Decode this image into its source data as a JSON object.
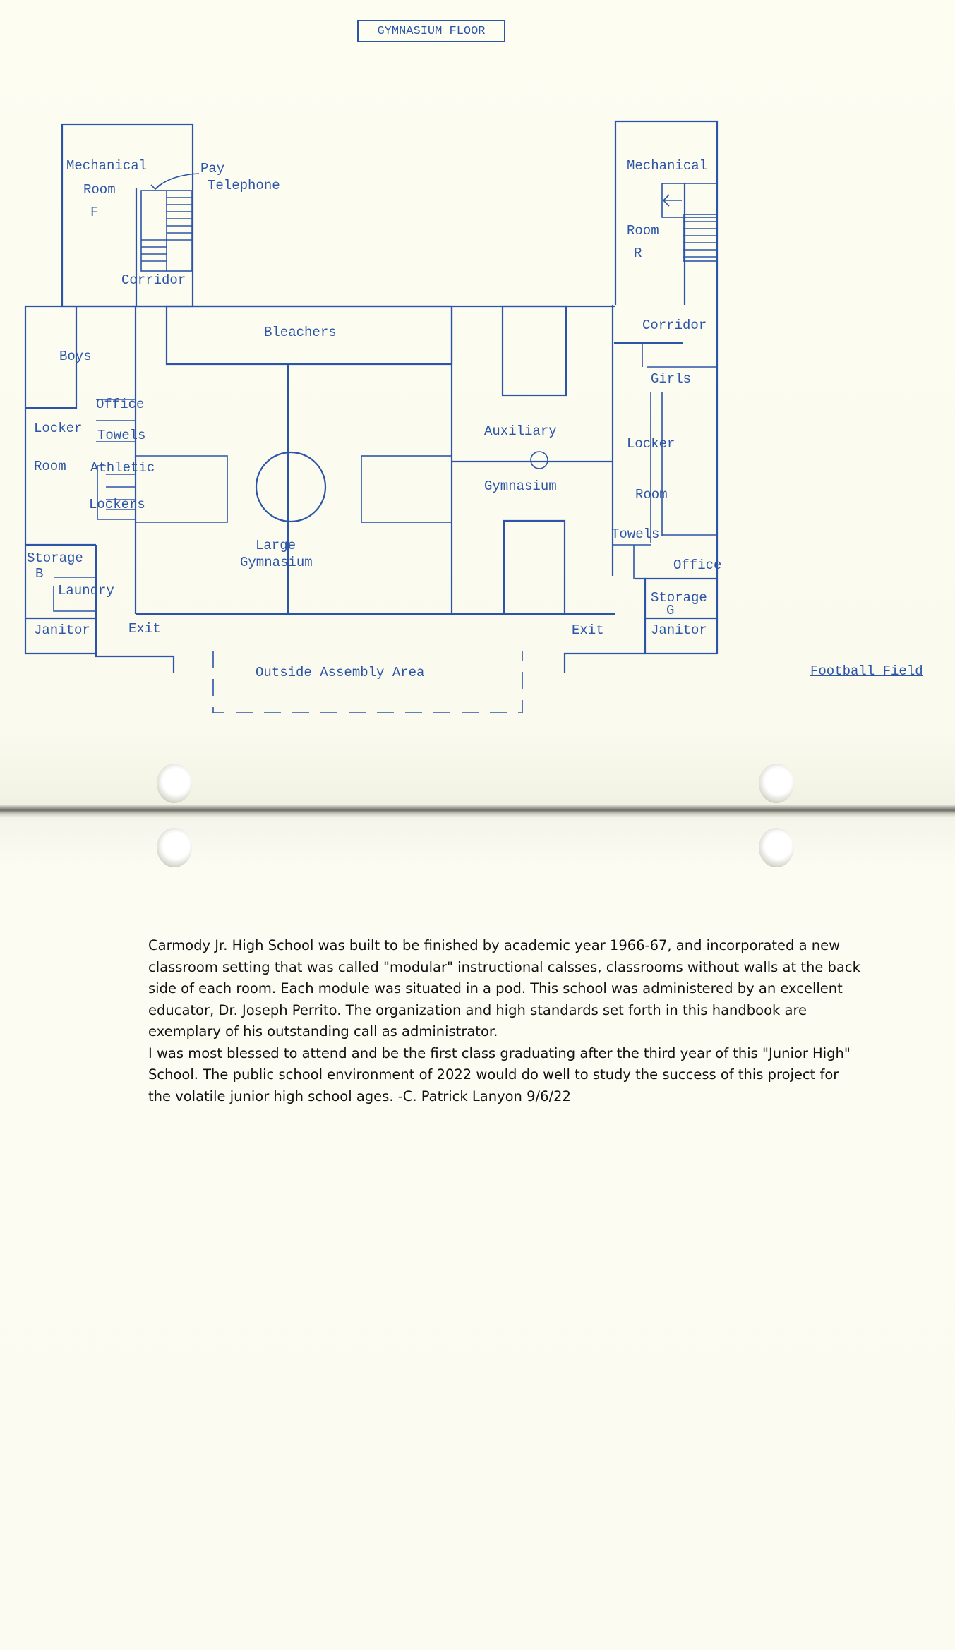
{
  "plan": {
    "title": "GYMNASIUM FLOOR",
    "football_field": "Football Field",
    "labels": {
      "mechanical_left": "Mechanical",
      "room_left": "Room",
      "room_left_letter": "F",
      "pay": "Pay",
      "telephone": "Telephone",
      "corridor_left": "Corridor",
      "mechanical_right": "Mechanical",
      "room_right": "Room",
      "room_right_letter": "R",
      "corridor_right": "Corridor",
      "bleachers": "Bleachers",
      "boys": "Boys",
      "office_left": "Office",
      "towels_left": "Towels",
      "locker_left": "Locker",
      "room_locker_left": "Room",
      "athletic": "Athletic",
      "lockers": "Lockers",
      "storage_b": "Storage",
      "storage_b_letter": "B",
      "laundry": "Laundry",
      "janitor_left": "Janitor",
      "exit_left": "Exit",
      "large": "Large",
      "gymnasium_large": "Gymnasium",
      "auxiliary": "Auxiliary",
      "gymnasium_aux": "Gymnasium",
      "girls": "Girls",
      "locker_right": "Locker",
      "room_locker_right": "Room",
      "towels_right": "Towels",
      "office_right": "Office",
      "storage_g": "Storage",
      "storage_g_letter": "G",
      "janitor_right": "Janitor",
      "exit_right": "Exit",
      "outside_assembly": "Outside Assembly Area"
    }
  },
  "note": {
    "paragraph1": "Carmody Jr. High School was built to be finished by academic year 1966-67, and incorporated a new classroom setting that was called \"modular\" instructional calsses, classrooms without walls at the back side of each room. Each module was situated in a pod. This school was administered by an excellent educator, Dr. Joseph Perrito. The organization and high standards set forth in this handbook are exemplary of his outstanding call as administrator.",
    "paragraph2": "I was most blessed to attend and be the first class graduating after the third year of this \"Junior High\" School. The public school environment of 2022 would do well to study the success of this project for the volatile junior high school ages. -C. Patrick Lanyon 9/6/22"
  }
}
